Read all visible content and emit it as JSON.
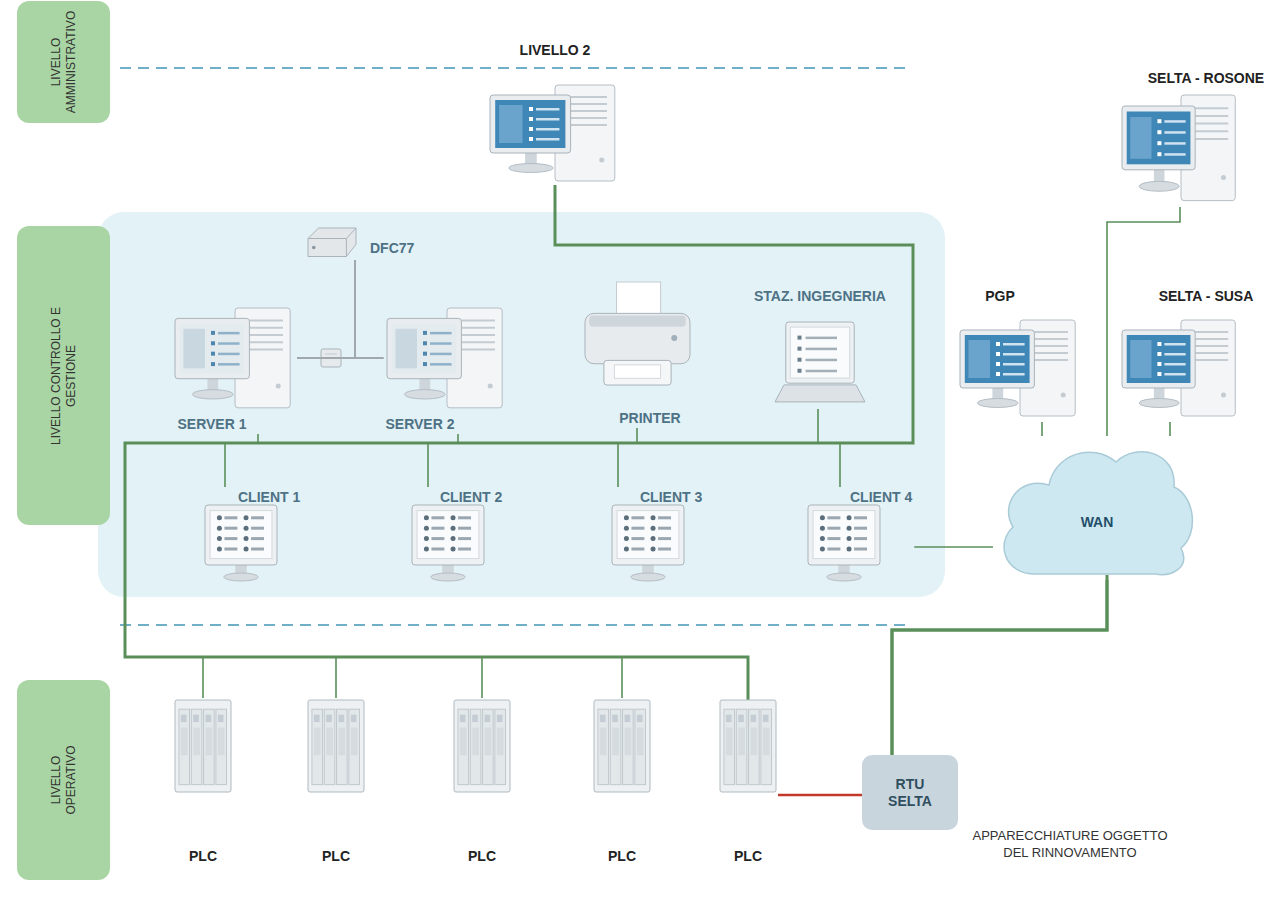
{
  "diagram": {
    "nodes": [
      {
        "text": [
          "LIVELLO AMMINISTRATIVO"
        ]
      },
      {
        "text": [
          "LIVELLO 2"
        ]
      },
      {
        "text": [
          "SELTA - ROSONE"
        ]
      },
      {
        "text": [
          "LIVELLO CONTROLLO E GESTIONE"
        ]
      },
      {
        "text": [
          "DFC77"
        ]
      },
      {
        "text": [
          "SERVER 1"
        ]
      },
      {
        "text": [
          "SERVER 2"
        ]
      },
      {
        "text": [
          "PRINTER"
        ]
      },
      {
        "text": [
          "STAZ. INGEGNERIA"
        ]
      },
      {
        "text": [
          "PGP"
        ]
      },
      {
        "text": [
          "SELTA - SUSA"
        ]
      },
      {
        "text": [
          "CLIENT 1"
        ]
      },
      {
        "text": [
          "CLIENT 2"
        ]
      },
      {
        "text": [
          "CLIENT 3"
        ]
      },
      {
        "text": [
          "CLIENT 4"
        ]
      },
      {
        "text": [
          "WAN"
        ]
      },
      {
        "text": [
          "LIVELLO OPERATIVO"
        ]
      },
      {
        "text": [
          "PLC"
        ]
      },
      {
        "text": [
          "PLC"
        ]
      },
      {
        "text": [
          "PLC"
        ]
      },
      {
        "text": [
          "PLC"
        ]
      },
      {
        "text": [
          "PLC"
        ]
      },
      {
        "text": [
          "RTU SELTA"
        ]
      }
    ],
    "edges": [
      {
        "from": 1,
        "to": 5,
        "arrow": "none"
      },
      {
        "from": 1,
        "to": 6,
        "arrow": "none"
      },
      {
        "from": 1,
        "to": 7,
        "arrow": "none"
      },
      {
        "from": 1,
        "to": 8,
        "arrow": "none"
      },
      {
        "from": 1,
        "to": 11,
        "arrow": "none"
      },
      {
        "from": 1,
        "to": 12,
        "arrow": "none"
      },
      {
        "from": 1,
        "to": 13,
        "arrow": "none"
      },
      {
        "from": 1,
        "to": 14,
        "arrow": "none"
      },
      {
        "from": 1,
        "to": 17,
        "arrow": "none"
      },
      {
        "from": 1,
        "to": 18,
        "arrow": "none"
      },
      {
        "from": 1,
        "to": 19,
        "arrow": "none"
      },
      {
        "from": 1,
        "to": 20,
        "arrow": "none"
      },
      {
        "from": 1,
        "to": 21,
        "arrow": "none"
      },
      {
        "from": 4,
        "to": 5,
        "arrow": "none"
      },
      {
        "from": 4,
        "to": 6,
        "arrow": "none"
      },
      {
        "from": 5,
        "to": 6,
        "arrow": "none"
      },
      {
        "from": 14,
        "to": 15,
        "arrow": "none"
      },
      {
        "from": 9,
        "to": 15,
        "arrow": "none"
      },
      {
        "from": 2,
        "to": 15,
        "arrow": "none"
      },
      {
        "from": 10,
        "to": 15,
        "arrow": "none"
      },
      {
        "from": 15,
        "to": 22,
        "arrow": "none"
      },
      {
        "from": 22,
        "to": 21,
        "arrow": "none"
      }
    ],
    "labels": [
      "APPARECCHIATURE OGGETTO DEL RINNOVAMENTO"
    ]
  }
}
